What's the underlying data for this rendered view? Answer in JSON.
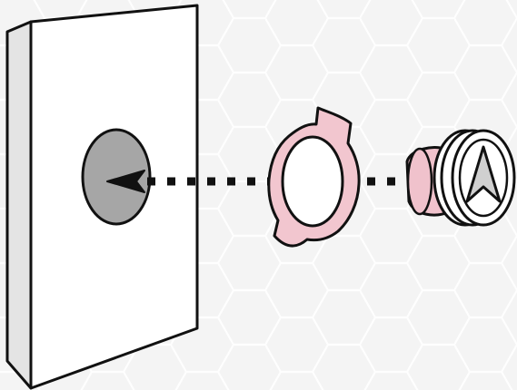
{
  "diagram": {
    "icon": "mounting-assembly-illustration",
    "parts": [
      {
        "name": "wall-panel",
        "icon": "panel-icon"
      },
      {
        "name": "mounting-hole",
        "icon": "hole-icon"
      },
      {
        "name": "mounting-ring",
        "icon": "bracket-ring-icon"
      },
      {
        "name": "knob",
        "icon": "navigation-arrow-knob-icon"
      }
    ],
    "colors": {
      "background": "#f4f4f4",
      "hexagon_pattern": "#ffffff",
      "outline": "#111111",
      "panel_face": "#ffffff",
      "panel_side": "#e4e4e4",
      "hole_fill": "#a6a6a6",
      "ring_fill": "#f2c6cf",
      "knob_collar": "#f0c2cc",
      "knob_face": "#ffffff",
      "dotted_line": "#111111"
    }
  }
}
